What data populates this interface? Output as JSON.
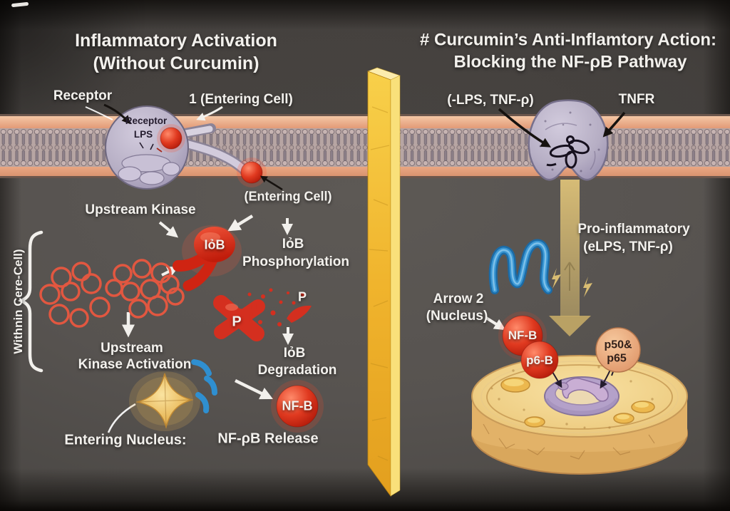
{
  "diagram": {
    "kind": "biomedical-pathway-illustration",
    "colors": {
      "background": "#575350",
      "membrane_outer": "#edab8b",
      "membrane_inner": "#b7a5a3",
      "lipid_rod": "#8d8089",
      "protein_red": "#d63222",
      "receptor_purple": "#b6aec4",
      "gold_wall": "#f0b82c",
      "curcumin_blue": "#2f8fd0",
      "nucleus_tan": "#eecb81",
      "nucleolus_purple": "#b4a1c9",
      "label_white": "#f3f1ed"
    }
  },
  "left_panel": {
    "title_line1": "Inflammatory Activation",
    "title_line2": "(Without Curcumin)",
    "receptor_label": "Receptor",
    "receptor_inner_line1": "Receptor",
    "receptor_inner_line2": "LPS",
    "entering_cell_top": "1 (Entering Cell)",
    "entering_cell_mid": "(Entering Cell)",
    "upstream_kinase": "Upstream Kinase",
    "ikb_protein": "IỏB",
    "phos_line1": "IỏB",
    "phos_line2": "Phosphorylation",
    "activation_line1": "Upstream",
    "activation_line2": "Kinase Activation",
    "p_tag_left": "P",
    "p_tag_right": "P",
    "deg_line1": "IỏB",
    "deg_line2": "Degradation",
    "entering_nucleus": "Entering Nucleus:",
    "nfkb_ball": "NF-B",
    "release_label": "NF-ρB Release",
    "bracket_label": "Withnin Cere-Cell)"
  },
  "right_panel": {
    "title_line1": "# Curcumin’s Anti-Inflamtory Action:",
    "title_line2": "Blocking the NF-ρB Pathway",
    "lps_label": "(-LPS, TNF-ρ)",
    "tnfr_label": "TNFR",
    "pro_line1": "Pro-inflammatory",
    "pro_line2": "(eLPS, TNF-ρ)",
    "arrow2_line1": "Arrow 2",
    "arrow2_line2": "(Nucleus)",
    "nfkb_ball": "NF-B",
    "p6b_ball": "p6-B",
    "p50_line1": "p50&",
    "p50_line2": "p65"
  }
}
